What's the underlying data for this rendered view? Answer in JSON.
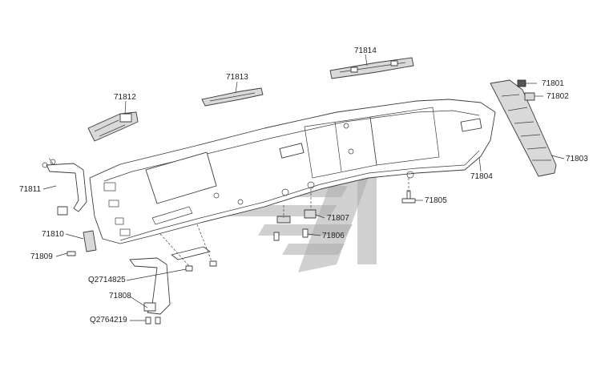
{
  "diagram": {
    "labels": {
      "p71801": "71801",
      "p71802": "71802",
      "p71803": "71803",
      "p71804": "71804",
      "p71805": "71805",
      "p71806": "71806",
      "p71807": "71807",
      "p71808": "71808",
      "p71809": "71809",
      "p71810": "71810",
      "p71811": "71811",
      "p71812": "71812",
      "p71813": "71813",
      "p71814": "71814",
      "q2714825": "Q2714825",
      "q2764219": "Q2764219"
    },
    "colors": {
      "line": "#3c3c3c",
      "watermark": "#a9a9a9",
      "background": "#ffffff"
    }
  }
}
